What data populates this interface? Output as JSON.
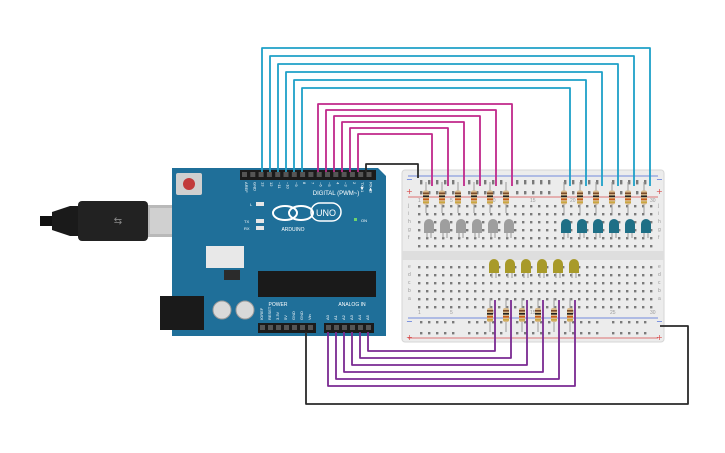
{
  "board": {
    "digital_label": "DIGITAL (PWM~)",
    "brand_label": "ARDUINO",
    "model_label": "UNO",
    "power_label": "POWER",
    "analog_label": "ANALOG IN",
    "on_label": "ON",
    "tx_label": "TX",
    "rx_label": "RX",
    "l_label": "L",
    "top_pins": [
      "AREF",
      "GND",
      "13",
      "12",
      "~11",
      "~10",
      "~9",
      "8",
      "7",
      "~6",
      "~5",
      "4",
      "~3",
      "2",
      "TX▶1",
      "RX◀0"
    ],
    "power_pins": [
      "IOREF",
      "RESET",
      "3.3V",
      "5V",
      "GND",
      "GND",
      "Vin"
    ],
    "analog_pins": [
      "A0",
      "A1",
      "A2",
      "A3",
      "A4",
      "A5"
    ]
  },
  "breadboard": {
    "plus": "+",
    "minus": "−",
    "row_letters_top": [
      "j",
      "i",
      "h",
      "g",
      "f"
    ],
    "row_letters_bottom": [
      "e",
      "d",
      "c",
      "b",
      "a"
    ],
    "column_numbers": [
      "1",
      "5",
      "10",
      "15",
      "20",
      "25",
      "30"
    ]
  },
  "leds": {
    "gray_count": 6,
    "blue_count": 6,
    "yellow_count": 6,
    "colors": {
      "gray": "#9e9e9e",
      "blue": "#1f6f86",
      "yellow": "#a89a2a"
    }
  },
  "wires": {
    "colors": {
      "cyan": "#1ea0c8",
      "magenta": "#c0288a",
      "purple": "#7a2a92",
      "black": "#2a2a2a"
    }
  },
  "colors": {
    "board": "#1f6f99",
    "board_dark": "#155a80",
    "header": "#1b1b1b",
    "breadboard": "#ececec",
    "rail_red": "#d84a4a",
    "rail_blue": "#4a6ad8"
  }
}
